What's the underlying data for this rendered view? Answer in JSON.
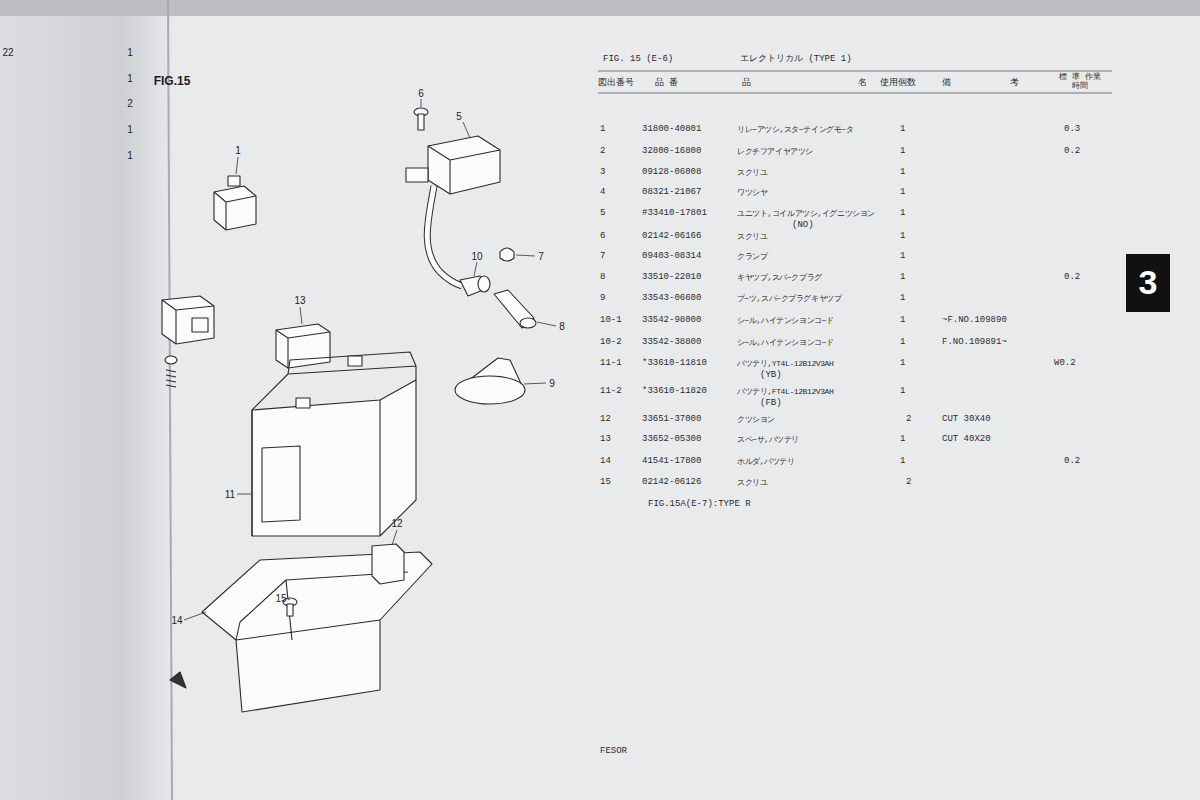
{
  "diagram": {
    "labels": [
      "FIG.15",
      "22",
      "1",
      "1",
      "2",
      "1",
      "1",
      "6",
      "5",
      "1",
      "13",
      "10",
      "7",
      "8",
      "9",
      "11",
      "12",
      "15",
      "14",
      "FIG. 15 (E-6)",
      "エレクトリカル (TYPE 1)",
      "図出番号",
      "品 番",
      "品",
      "名",
      "使用個数",
      "備",
      "考",
      "標 準 作業時間",
      "1",
      "31800-40801",
      "リレ−アツシ,スタ−テイングモ−タ",
      "1",
      "0.3",
      "2",
      "32800-16800",
      "レクチフアイヤアツシ",
      "1",
      "0.2",
      "3",
      "09128-06008",
      "スクリユ",
      "1",
      "4",
      "08321-21067",
      "ワツシヤ",
      "1",
      "5",
      "#33410-17801",
      "ユニツト,コイルアツシ,イグニツシヨン",
      "1",
      "(NO)",
      "6",
      "02142-06166",
      "スクリユ",
      "1",
      "7",
      "09403-08314",
      "クランプ",
      "1",
      "8",
      "33510-22010",
      "キヤツプ,スパ−クプラグ",
      "1",
      "0.2",
      "9",
      "33543-06600",
      "ブ−ツ,スパ−クプラグキヤツプ",
      "1",
      "10-1",
      "33542-98000",
      "シ−ル,ハイテンシヨンコ−ド",
      "1",
      "~F.NO.109890",
      "10-2",
      "33542-38800",
      "シ−ル,ハイテンシヨンコ−ド",
      "1",
      "F.NO.109891~",
      "11-1",
      "*33610-11810",
      "バツテリ,YT4L-12B12V3AH",
      "1",
      "W0.2",
      "(YB)",
      "11-2",
      "*33610-11820",
      "バツテリ,FT4L-12B12V3AH",
      "1",
      "(FB)",
      "12",
      "33651-37000",
      "クツシヨン",
      "2",
      "CUT 30X40",
      "13",
      "33652-05300",
      "スペ−サ,バツテリ",
      "1",
      "CUT 40X20",
      "14",
      "41541-17800",
      "ホルダ,バツテリ",
      "1",
      "0.2",
      "15",
      "02142-06126",
      "スクリユ",
      "2",
      "FIG.15A(E-7):TYPE R",
      "FESOR",
      "3"
    ]
  }
}
